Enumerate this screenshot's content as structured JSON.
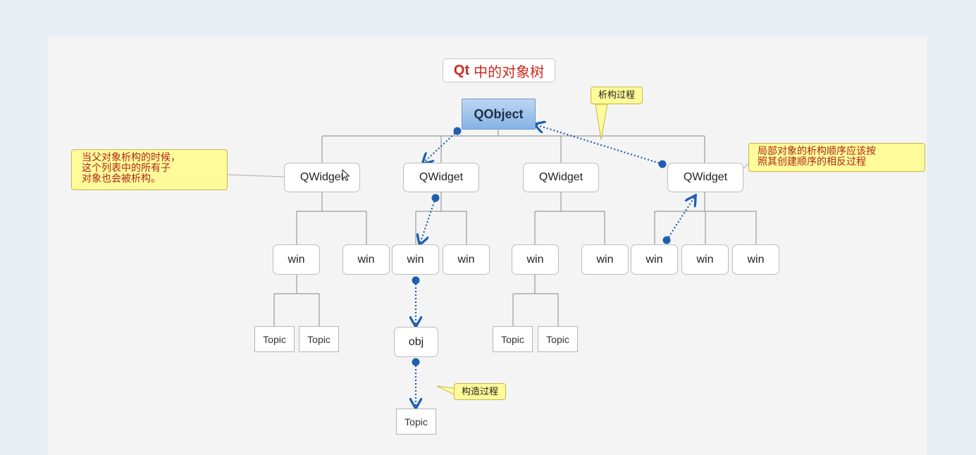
{
  "title": {
    "prefix": "Qt",
    "text": "中的对象树"
  },
  "root": {
    "label": "QObject"
  },
  "widgets": [
    {
      "label": "QWidget"
    },
    {
      "label": "QWidget"
    },
    {
      "label": "QWidget"
    },
    {
      "label": "QWidget"
    }
  ],
  "wins": [
    {
      "label": "win"
    },
    {
      "label": "win"
    },
    {
      "label": "win"
    },
    {
      "label": "win"
    },
    {
      "label": "win"
    },
    {
      "label": "win"
    },
    {
      "label": "win"
    },
    {
      "label": "win"
    },
    {
      "label": "win"
    }
  ],
  "topics": [
    {
      "label": "Topic"
    },
    {
      "label": "Topic"
    },
    {
      "label": "Topic"
    },
    {
      "label": "Topic"
    },
    {
      "label": "Topic"
    }
  ],
  "obj": {
    "label": "obj"
  },
  "callouts": {
    "parent_destroy": [
      "当父对象析构的时候，",
      "这个列表中的所有子",
      "对象也会被析构。"
    ],
    "local_order": [
      "局部对象的析构顺序应该按",
      "照其创建顺序的相反过程"
    ],
    "destruct": "析构过程",
    "construct": "构造过程"
  },
  "colors": {
    "arrow": "#1f5fb0",
    "line": "#9a9a9a",
    "callout_bg": "#fffb9a",
    "callout_text": "#b0261a"
  }
}
